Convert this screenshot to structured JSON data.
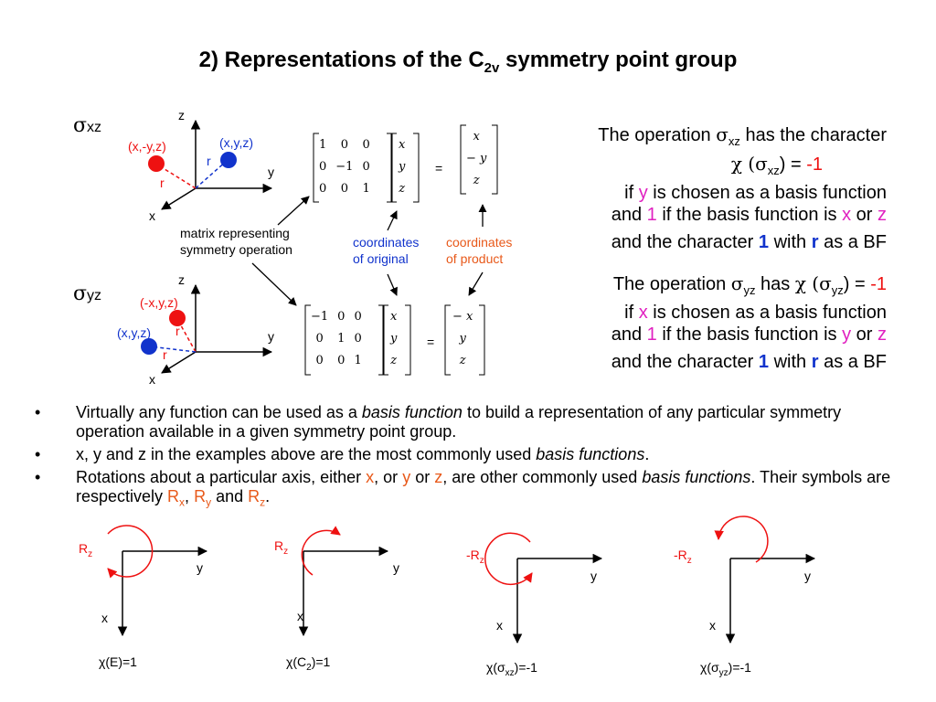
{
  "title": {
    "text": "2) Representations of the C",
    "sub": "2v",
    "rest": " symmetry point group"
  },
  "top": {
    "sigma_label": "σ",
    "sigma_sub": "xz",
    "axis_z": "z",
    "axis_y": "y",
    "axis_x": "x",
    "point_left": "(x,-y,z)",
    "point_right": "(x,y,z)",
    "r_left": "r",
    "r_right": "r",
    "matrix": [
      [
        "1",
        "0",
        "0"
      ],
      [
        "0",
        "−1",
        "0"
      ],
      [
        "0",
        "0",
        "1"
      ]
    ],
    "vector": [
      "x",
      "y",
      "z"
    ],
    "result": [
      "x",
      "− y",
      "z"
    ],
    "equals": "=",
    "matrix_caption_1": "matrix representing",
    "matrix_caption_2": "symmetry operation",
    "orig_caption_1": "coordinates",
    "orig_caption_2": "of original",
    "prod_caption_1": "coordinates",
    "prod_caption_2": "of product"
  },
  "bottom": {
    "sigma_label": "σ",
    "sigma_sub": "yz",
    "axis_z": "z",
    "axis_y": "y",
    "axis_x": "x",
    "point_top": "(-x,y,z)",
    "point_bottom": "(x,y,z)",
    "r_top": "r",
    "r_bottom": "r",
    "matrix": [
      [
        "−1",
        "0",
        "0"
      ],
      [
        "0",
        "1",
        "0"
      ],
      [
        "0",
        "0",
        "1"
      ]
    ],
    "vector": [
      "x",
      "y",
      "z"
    ],
    "result": [
      "− x",
      "y",
      "z"
    ],
    "equals": "="
  },
  "text_xz": {
    "l1a": "The operation ",
    "l1s": "σ",
    "l1sub": "xz",
    "l1b": " has the character",
    "l2a": "χ (σ",
    "l2sub": "xz",
    "l2b": ") = ",
    "l2v": "-1",
    "l3a": "if ",
    "l3y": "y",
    "l3b": " is chosen as  a basis function",
    "l4a": "and ",
    "l4one": "1",
    "l4b": " if the basis function is ",
    "l4x": "x",
    "l4c": " or ",
    "l4z": "z",
    "l5a": "and the character ",
    "l5one": "1",
    "l5b": " with ",
    "l5r": "r",
    "l5c": " as a BF"
  },
  "text_yz": {
    "l1a": "The operation ",
    "l1s": "σ",
    "l1sub": "yz",
    "l1b": " has ",
    "l1chi": "χ (σ",
    "l1sub2": "yz",
    "l1c": ") = ",
    "l1v": "-1",
    "l3a": "if ",
    "l3x": "x",
    "l3b": " is chosen as  a basis function",
    "l4a": "and ",
    "l4one": "1",
    "l4b": " if the basis function is ",
    "l4y": "y",
    "l4c": " or ",
    "l4z": "z",
    "l5a": "and the character ",
    "l5one": "1",
    "l5b": " with ",
    "l5r": "r",
    "l5c": " as a BF"
  },
  "bullets": [
    {
      "a": "Virtually any function can be used as a ",
      "i": "basis function",
      "b": " to build a representation of any particular symmetry operation available in a given symmetry point group."
    },
    {
      "a": "x, y and z in the examples above are the most commonly used ",
      "i": "basis functions",
      "b": "."
    },
    {
      "a": "Rotations about a particular axis, either ",
      "x": "x",
      "o1": ", or ",
      "y": "y",
      "o2": " or ",
      "z": "z",
      "c": ", are other commonly used ",
      "i": "basis functions",
      "d": ". Their symbols are respectively ",
      "R": "R",
      "rx": "x",
      "s1": ", ",
      "ry": "y",
      "s2": " and ",
      "rz": "z",
      "e": "."
    }
  ],
  "rotations": [
    {
      "label": "R",
      "sub": "z",
      "char_a": "χ(E)=1",
      "axis_y": "y",
      "axis_x": "x"
    },
    {
      "label": "R",
      "sub": "z",
      "char_a": "χ(C",
      "char_sub": "2",
      "char_b": ")=1",
      "axis_y": "y",
      "axis_x": "x"
    },
    {
      "label": "-R",
      "sub": "z",
      "char_a": "χ(σ",
      "char_sub": "xz",
      "char_b": ")=-1",
      "axis_y": "y",
      "axis_x": "x"
    },
    {
      "label": "-R",
      "sub": "z",
      "char_a": "χ(σ",
      "char_sub": "yz",
      "char_b": ")=-1",
      "axis_y": "y",
      "axis_x": "x"
    }
  ],
  "colors": {
    "red": "#ee1111",
    "blue": "#1133cc",
    "orange": "#e8591a",
    "magenta": "#e020c0"
  }
}
